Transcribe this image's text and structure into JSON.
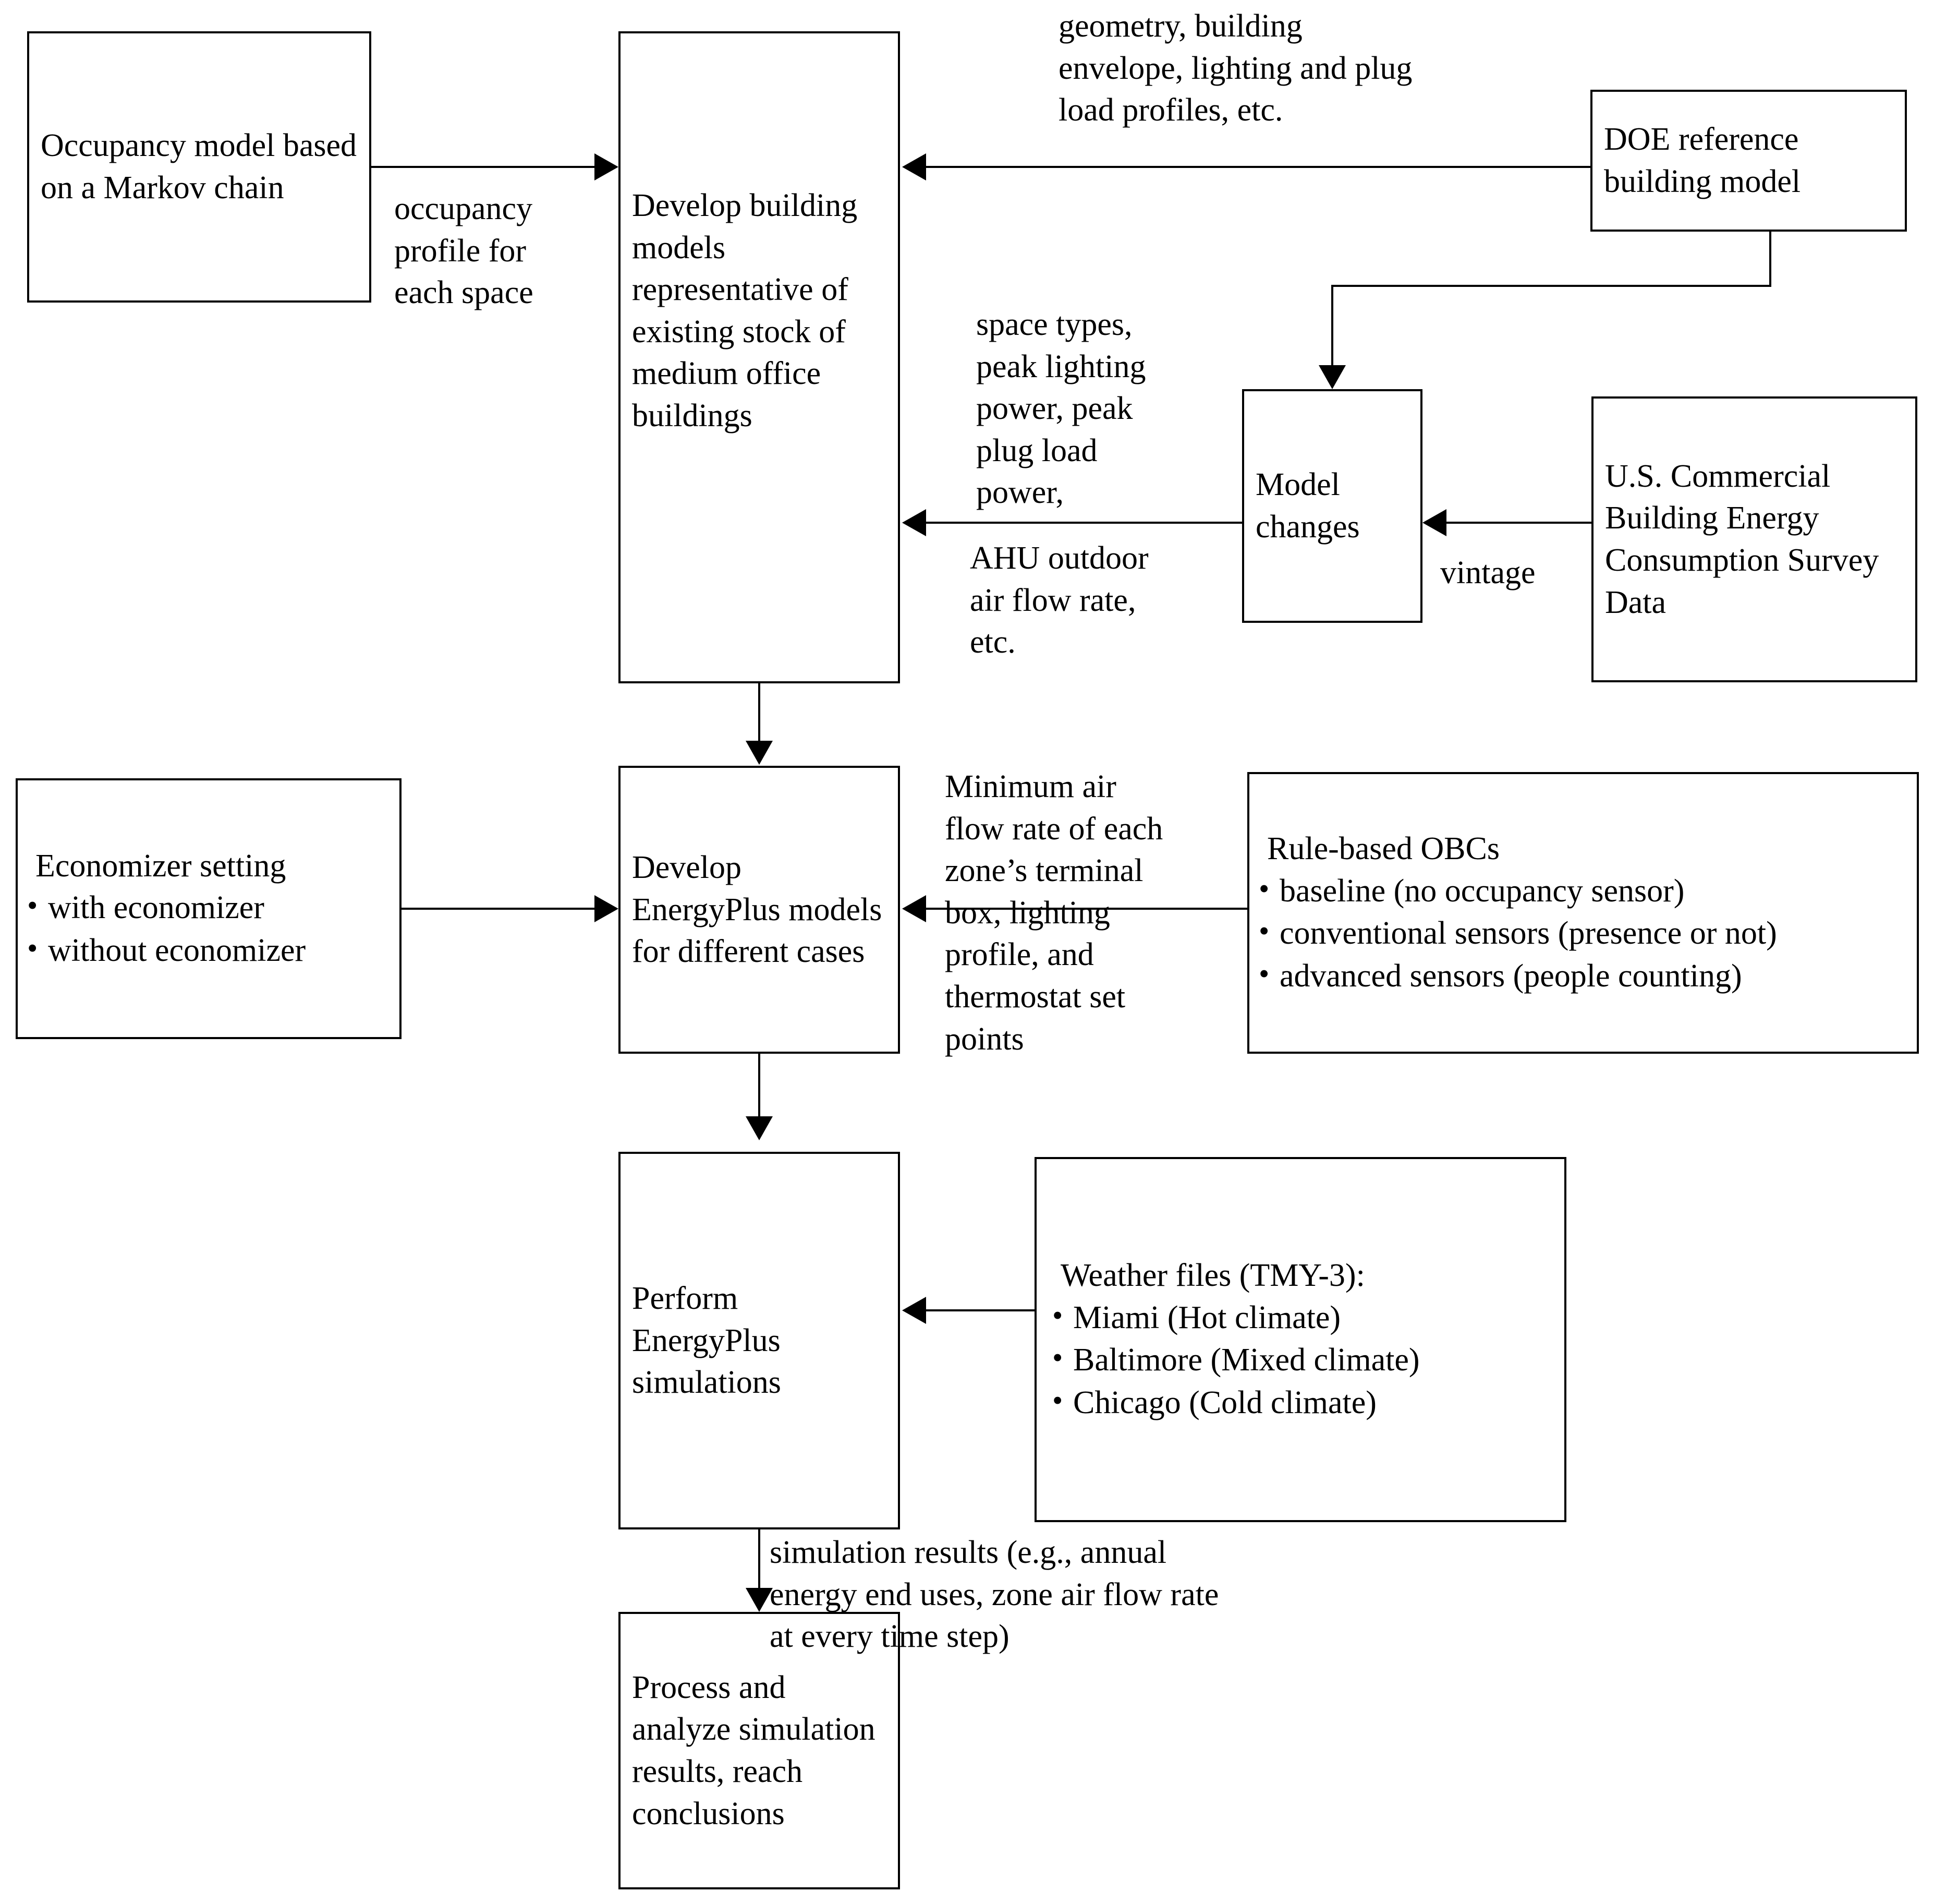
{
  "diagram": {
    "title": "Research methodology flowchart for occupancy-based control building energy simulation"
  },
  "nodes": {
    "occupancy_model": {
      "text": "Occupancy model based on a Markov chain"
    },
    "develop_building_models": {
      "text": "Develop building models representative of existing stock of medium office buildings"
    },
    "doe_reference": {
      "text": "DOE reference building model"
    },
    "model_changes": {
      "text": "Model changes"
    },
    "cbecs": {
      "text": "U.S. Commercial Building Energy Consumption Survey Data"
    },
    "economizer_setting": {
      "title": "Economizer setting",
      "items": [
        "with economizer",
        "without economizer"
      ]
    },
    "develop_energyplus": {
      "text": "Develop EnergyPlus models for different cases"
    },
    "rule_based_obcs": {
      "title": "Rule-based OBCs",
      "items": [
        "baseline (no occupancy sensor)",
        "conventional sensors (presence or not)",
        "advanced sensors (people counting)"
      ]
    },
    "perform_simulations": {
      "text": "Perform EnergyPlus simulations"
    },
    "weather_files": {
      "title": "Weather files (TMY-3):",
      "items": [
        "Miami (Hot climate)",
        "Baltimore (Mixed climate)",
        "Chicago (Cold climate)"
      ]
    },
    "process_analyze": {
      "text": "Process and analyze simulation results, reach conclusions"
    }
  },
  "edge_labels": {
    "occupancy_profile": "occupancy\nprofile for\neach space",
    "geometry_envelope": "geometry, building\nenvelope, lighting and plug\nload profiles, etc.",
    "space_types": "space types,\npeak lighting\npower, peak\nplug load\npower,",
    "ahu_outdoor": "AHU outdoor\nair flow rate,\netc.",
    "vintage": "vintage",
    "minimum_air_flow": "Minimum air\nflow rate of each\nzone’s terminal\nbox, lighting\nprofile, and\nthermostat set\npoints",
    "simulation_results": "simulation results (e.g., annual\nenergy end uses, zone air flow rate\nat every time step)"
  },
  "style": {
    "stroke": "#000000",
    "background": "#ffffff"
  }
}
